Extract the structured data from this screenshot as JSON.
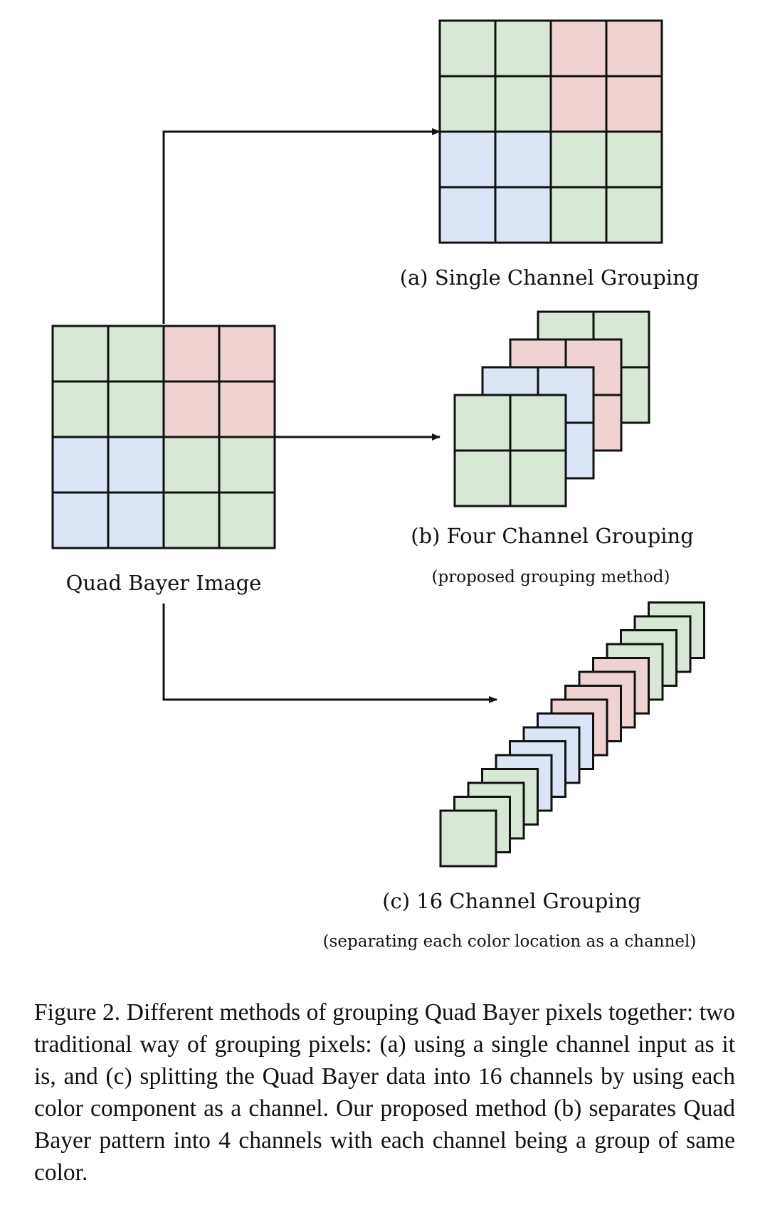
{
  "colors": {
    "green": "#d9e7d6",
    "red": "#f0d2d3",
    "blue": "#dbe5f6",
    "stroke": "#111111"
  },
  "quad_bayer_pattern": [
    [
      "G",
      "G",
      "R",
      "R"
    ],
    [
      "G",
      "G",
      "R",
      "R"
    ],
    [
      "B",
      "B",
      "G",
      "G"
    ],
    [
      "B",
      "B",
      "G",
      "G"
    ]
  ],
  "four_channel_stack_colors": [
    "G",
    "B",
    "R",
    "G"
  ],
  "sixteen_channel_stack_colors": [
    "G",
    "G",
    "G",
    "G",
    "B",
    "B",
    "B",
    "B",
    "R",
    "R",
    "R",
    "R",
    "G",
    "G",
    "G",
    "G"
  ],
  "labels": {
    "input": "Quad Bayer Image",
    "a_title": "(a) Single Channel Grouping",
    "b_title": "(b) Four Channel Grouping",
    "b_sub": "(proposed grouping method)",
    "c_title": "(c) 16 Channel Grouping",
    "c_sub": "(separating each color location as a channel)"
  },
  "caption": "Figure 2.  Different methods of grouping Quad Bayer pixels together: two traditional way of grouping pixels: (a) using a single channel input as it is, and (c) splitting the Quad Bayer data into 16 channels by using each color component as a channel.  Our proposed method (b) separates Quad Bayer pattern into 4 channels with each channel being a group of same color."
}
